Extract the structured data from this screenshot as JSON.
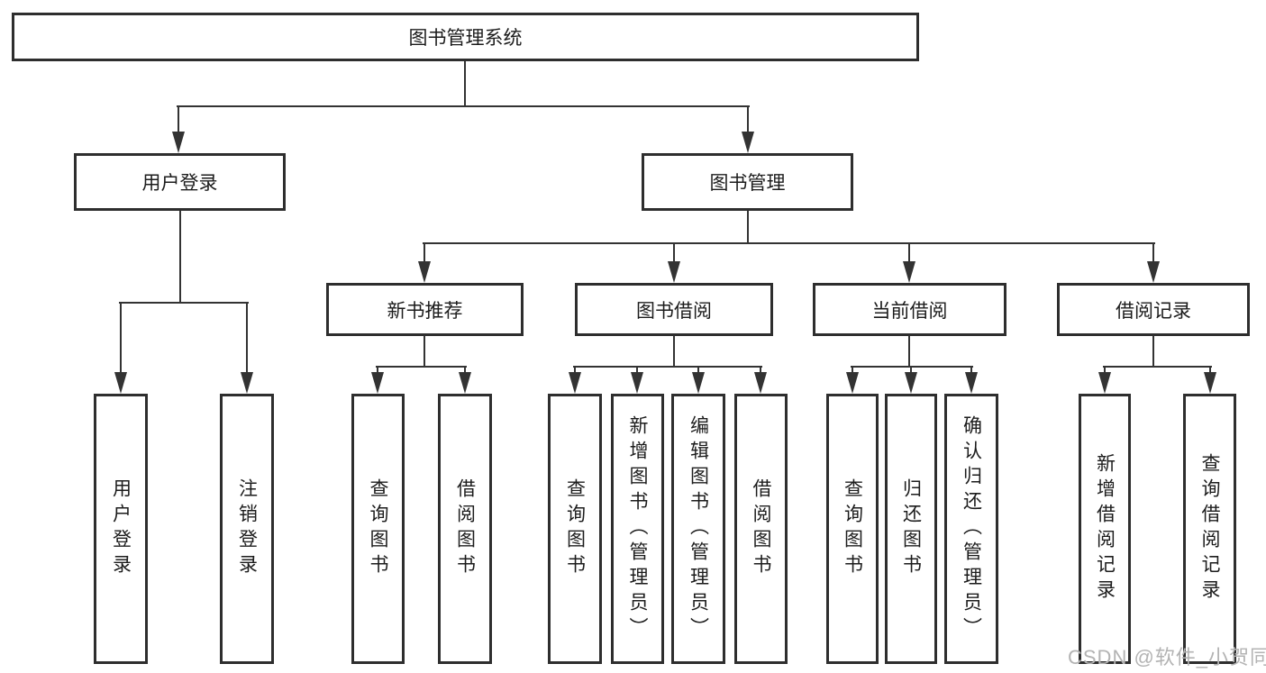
{
  "diagram": {
    "root": "图书管理系统",
    "level2": {
      "user_login": "用户登录",
      "book_mgmt": "图书管理"
    },
    "level3": {
      "new_rec": "新书推荐",
      "borrow": "图书借阅",
      "current": "当前借阅",
      "records": "借阅记录"
    },
    "leaves": {
      "login": "用户登录",
      "logout": "注销登录",
      "rec_query": "查询图书",
      "rec_borrow": "借阅图书",
      "bor_query": "查询图书",
      "bor_add": "新增图书（管理员）",
      "bor_edit": "编辑图书（管理员）",
      "bor_borrow": "借阅图书",
      "cur_query": "查询图书",
      "cur_return": "归还图书",
      "cur_confirm": "确认归还（管理员）",
      "rec_add": "新增借阅记录",
      "rec_query2": "查询借阅记录"
    },
    "watermark": "CSDN @软件_小贺同学",
    "colors": {
      "line": "#333333",
      "text": "#1c1c1c",
      "watermark": "#b3b3b3"
    }
  }
}
